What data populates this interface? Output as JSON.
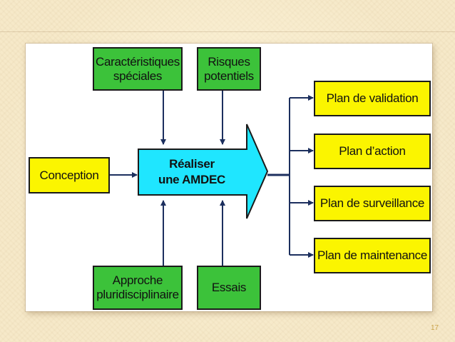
{
  "diagram": {
    "inputs_top": [
      {
        "line1": "Caractéristiques",
        "line2": "spéciales"
      },
      {
        "line1": "Risques",
        "line2": "potentiels"
      }
    ],
    "input_left": "Conception",
    "inputs_bottom": [
      {
        "line1": "Approche",
        "line2": "pluridisciplinaire"
      },
      {
        "line1": "Essais"
      }
    ],
    "center": {
      "line1": "Réaliser",
      "line2": "une AMDEC"
    },
    "outputs": [
      "Plan de validation",
      "Plan d’action",
      "Plan de surveillance",
      "Plan de maintenance"
    ]
  },
  "slide": {
    "page_number": "17"
  },
  "colors": {
    "input_box": "#3cc23a",
    "output_box": "#fbf500",
    "center_arrow": "#1fe6ff",
    "connector": "#1c2f5e"
  }
}
